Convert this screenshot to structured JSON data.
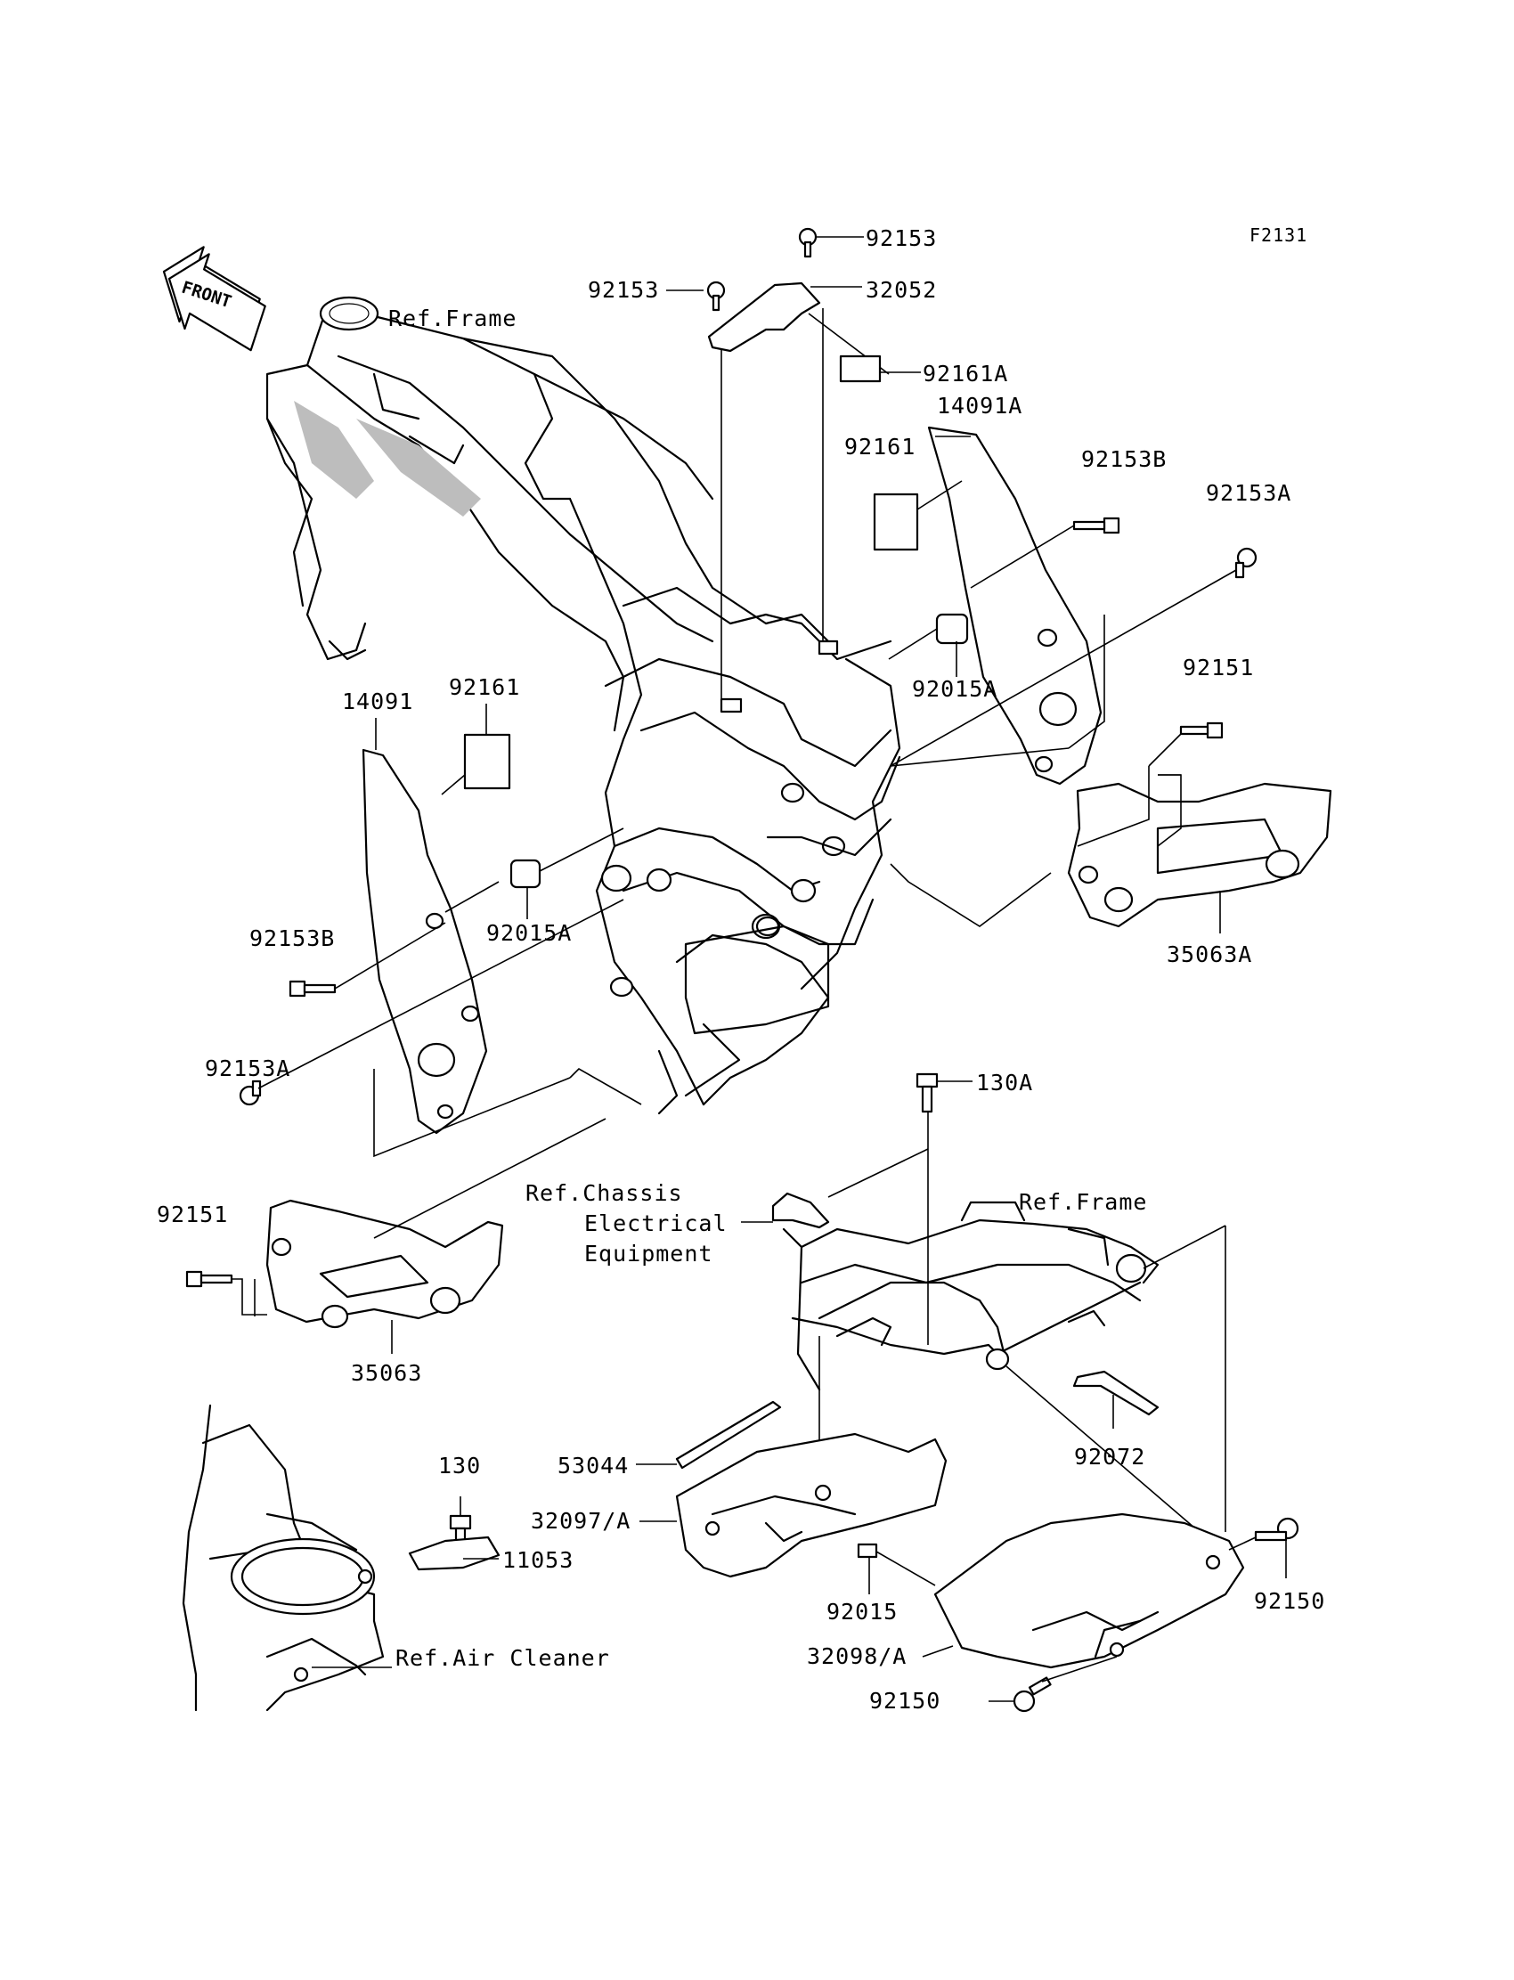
{
  "figure_code": "F2131",
  "front_arrow_label": "FRONT",
  "labels": {
    "ref_frame_top": "Ref.Frame",
    "p92153_top": "92153",
    "p92153_left": "92153",
    "p32052": "32052",
    "p92161A": "92161A",
    "p14091A": "14091A",
    "p92161_right": "92161",
    "p92153B_right": "92153B",
    "p92153A_right": "92153A",
    "p92015A_right": "92015A",
    "p92151_right": "92151",
    "p14091": "14091",
    "p92161_left": "92161",
    "p35063A": "35063A",
    "p92153B_left": "92153B",
    "p92015A_left": "92015A",
    "p92153A_left": "92153A",
    "p130A": "130A",
    "ref_chassis_1": "Ref.Chassis",
    "ref_chassis_2": "Electrical",
    "ref_chassis_3": "Equipment",
    "ref_frame_bottom": "Ref.Frame",
    "p92151_left": "92151",
    "p35063": "35063",
    "p92072": "92072",
    "p130": "130",
    "p53044": "53044",
    "p11053": "11053",
    "p32097A": "32097/A",
    "p92015": "92015",
    "p92150_right": "92150",
    "p32098A": "32098/A",
    "ref_air_cleaner": "Ref.Air Cleaner",
    "p92150_bottom": "92150"
  }
}
